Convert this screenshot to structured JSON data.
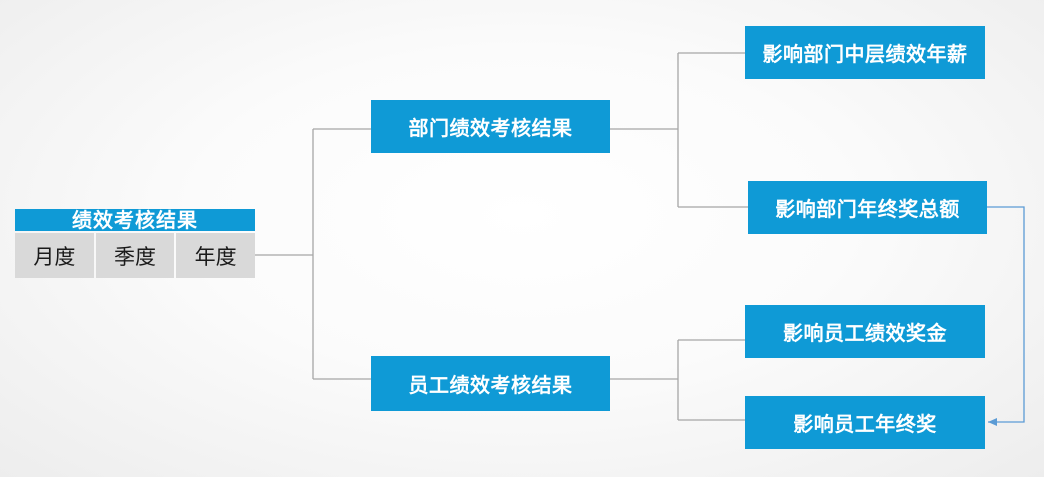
{
  "root": {
    "title": "绩效考核结果",
    "periods": [
      "月度",
      "季度",
      "年度"
    ]
  },
  "level1": {
    "department": "部门绩效考核结果",
    "employee": "员工绩效考核结果"
  },
  "level2": {
    "dept_mid_salary": "影响部门中层绩效年薪",
    "dept_bonus_total": "影响部门年终奖总额",
    "emp_perf_bonus": "影响员工绩效奖金",
    "emp_year_end_bonus": "影响员工年终奖"
  },
  "colors": {
    "box_fill": "#0f9ad6",
    "cell_fill": "#d9d9d9",
    "connector": "#a6a6a6",
    "arrow": "#5b9bd5"
  }
}
